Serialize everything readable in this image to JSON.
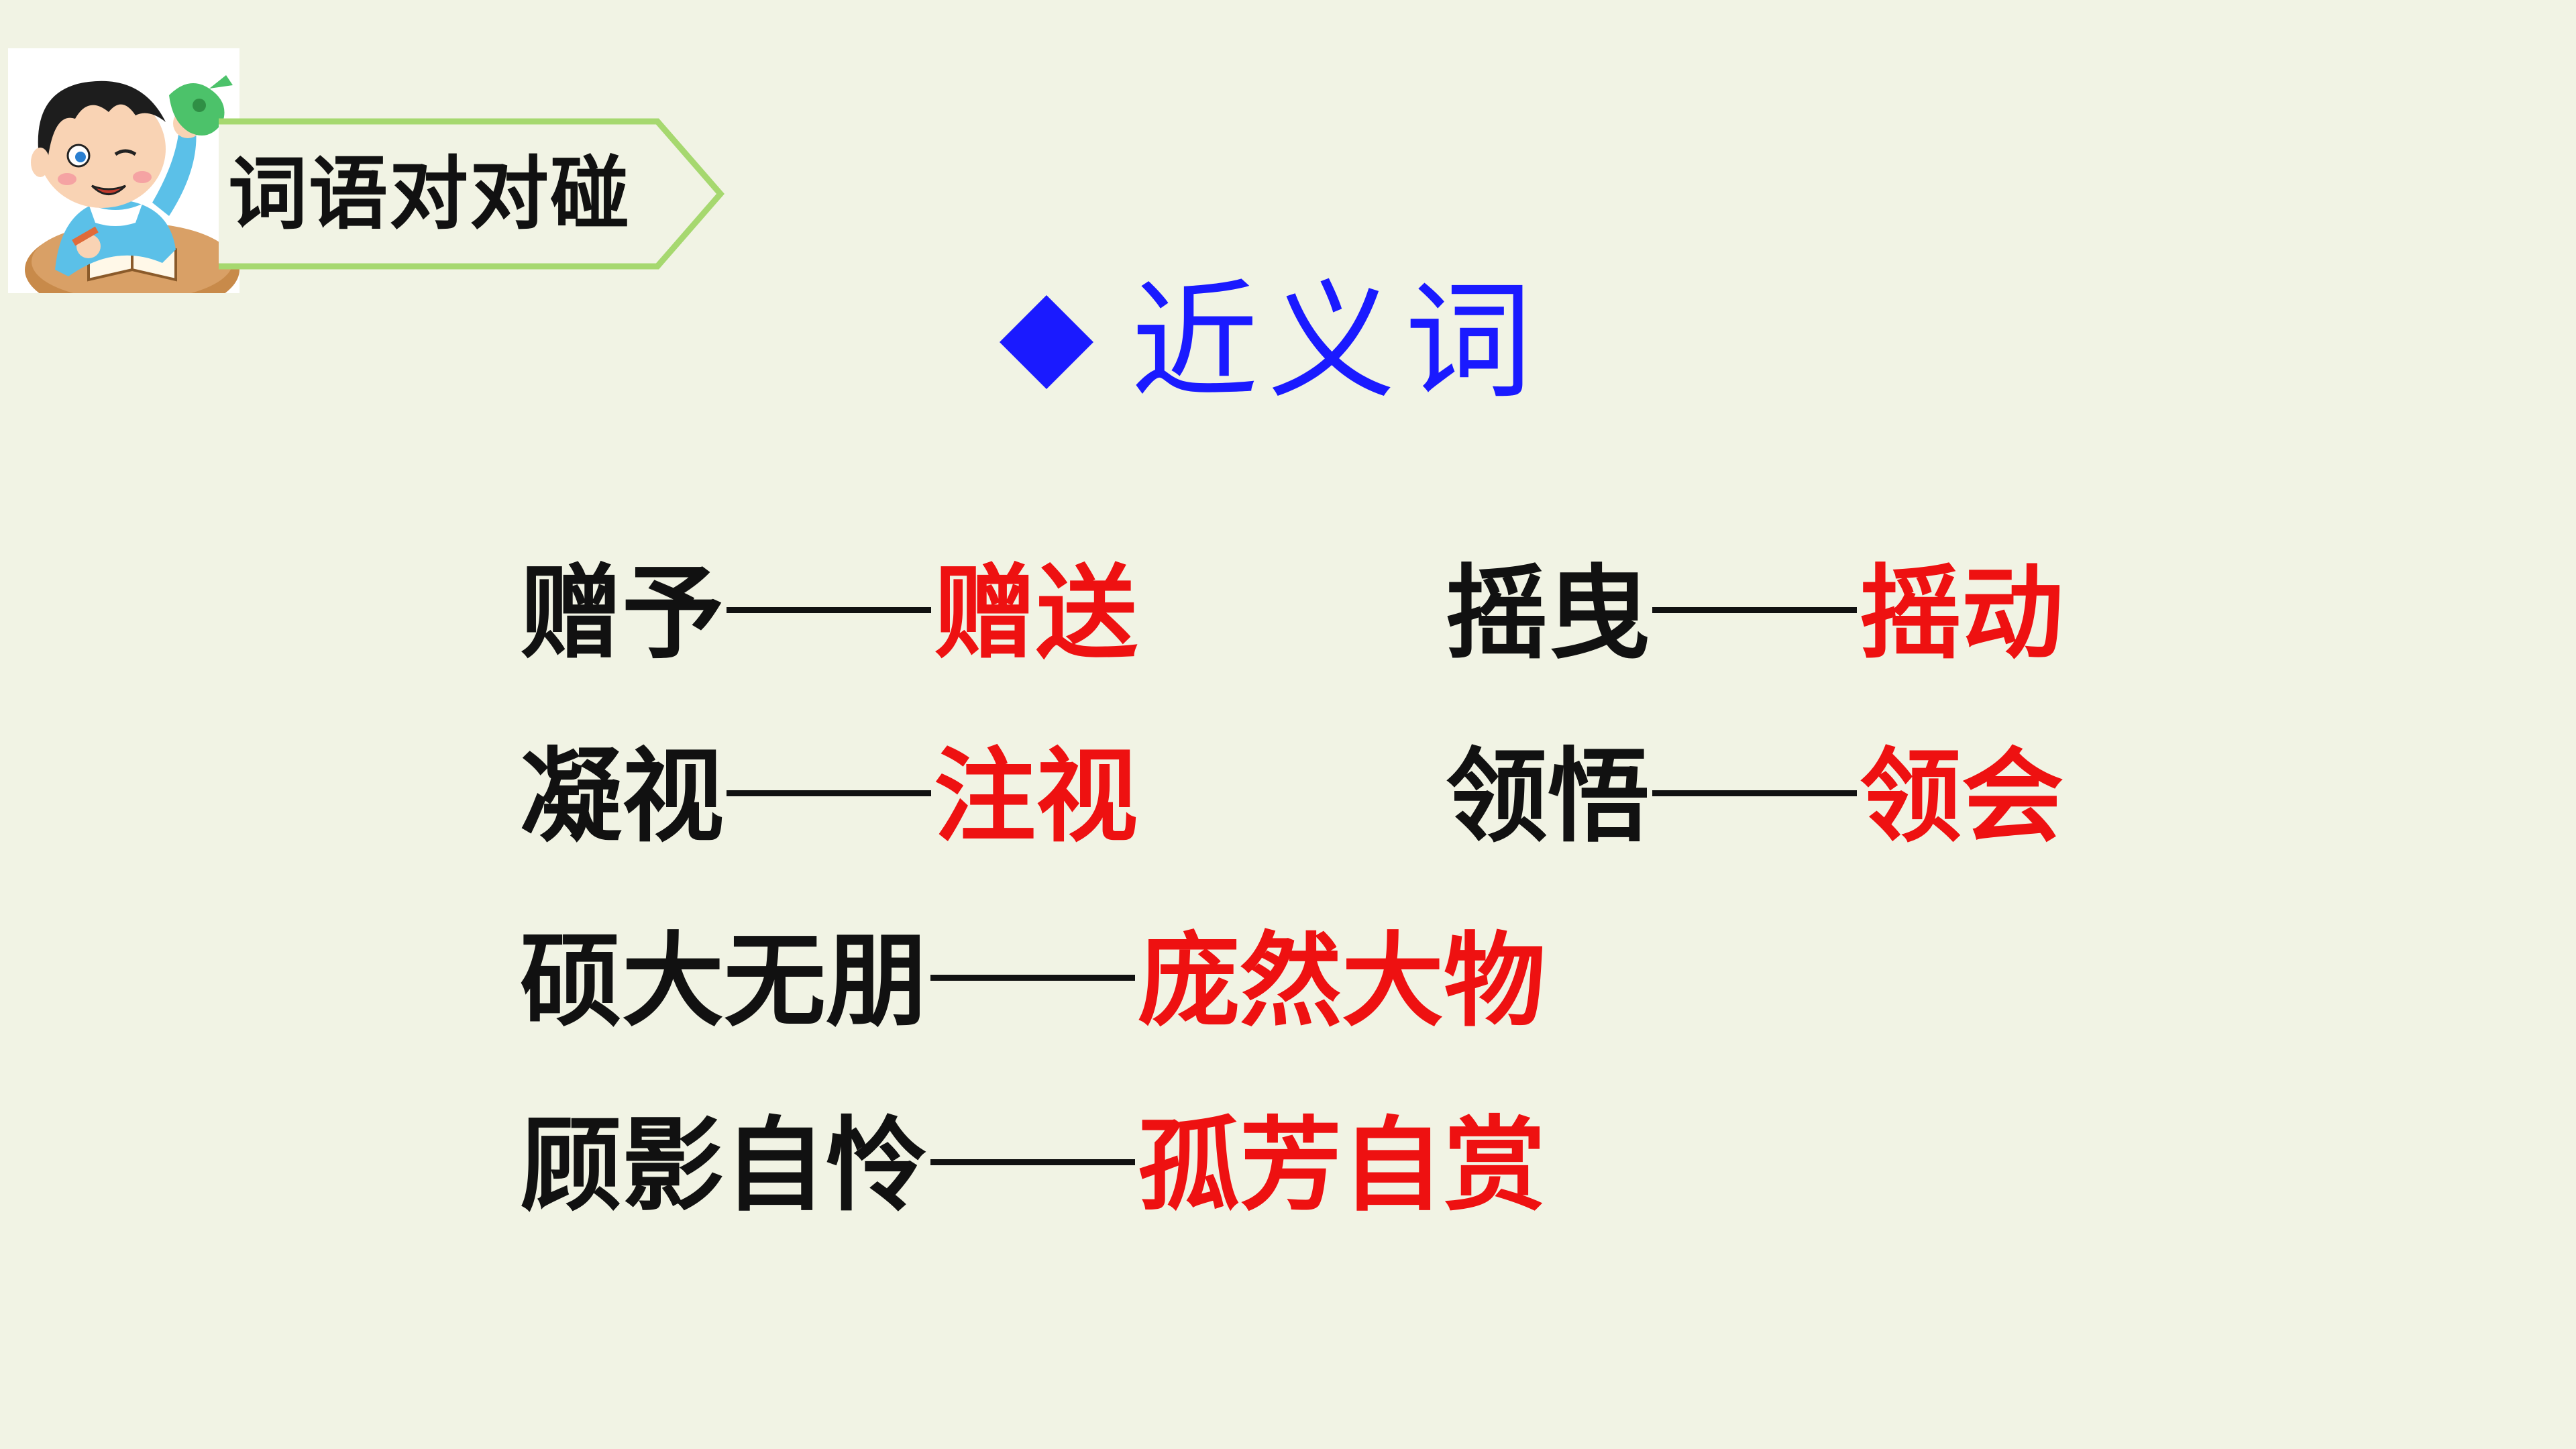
{
  "header": {
    "tag_label": "词语对对碰"
  },
  "section": {
    "title": "近义词"
  },
  "pairs": [
    {
      "word": "赠予",
      "synonym": "赠送"
    },
    {
      "word": "摇曳",
      "synonym": "摇动"
    },
    {
      "word": "凝视",
      "synonym": "注视"
    },
    {
      "word": "领悟",
      "synonym": "领会"
    },
    {
      "word": "硕大无朋",
      "synonym": "庞然大物"
    },
    {
      "word": "顾影自怜",
      "synonym": "孤芳自赏"
    }
  ],
  "colors": {
    "background": "#f1f3e4",
    "title_blue": "#1a1aff",
    "answer_red": "#ee1111",
    "tag_green": "#a6d86f",
    "text_black": "#111111"
  },
  "icons": {
    "mascot": "boy-with-book-illustration",
    "bullet": "diamond-bullet-icon"
  }
}
